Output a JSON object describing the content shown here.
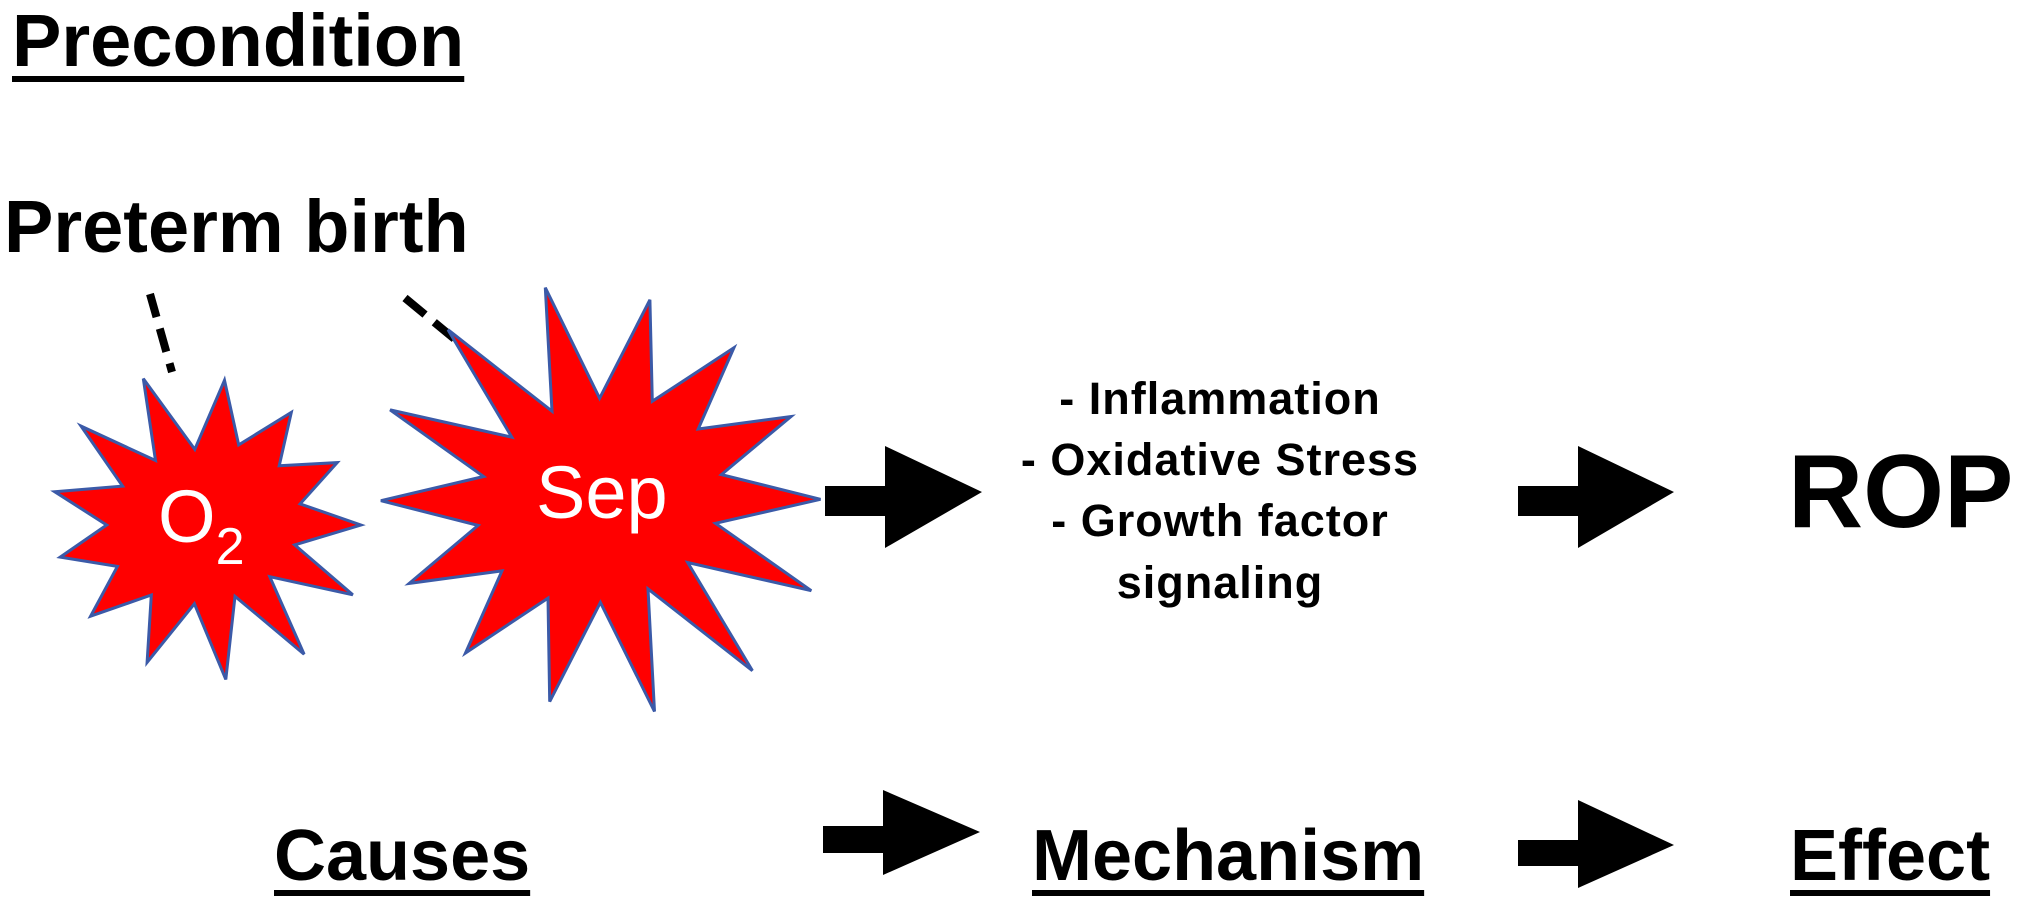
{
  "precondition": {
    "title": "Precondition",
    "preterm": "Preterm birth"
  },
  "causes": {
    "o2": {
      "text": "O",
      "subscript": "2"
    },
    "sepsis": {
      "text": "Sep"
    },
    "burst_color": "#ff0000",
    "burst_outline": "#3b5aa8"
  },
  "mechanism": {
    "items": [
      "- Inflammation",
      "- Oxidative Stress",
      "- Growth factor",
      "signaling"
    ]
  },
  "effect": {
    "outcome": "ROP"
  },
  "footer": {
    "causes": "Causes",
    "mechanism": "Mechanism",
    "effect": "Effect"
  }
}
